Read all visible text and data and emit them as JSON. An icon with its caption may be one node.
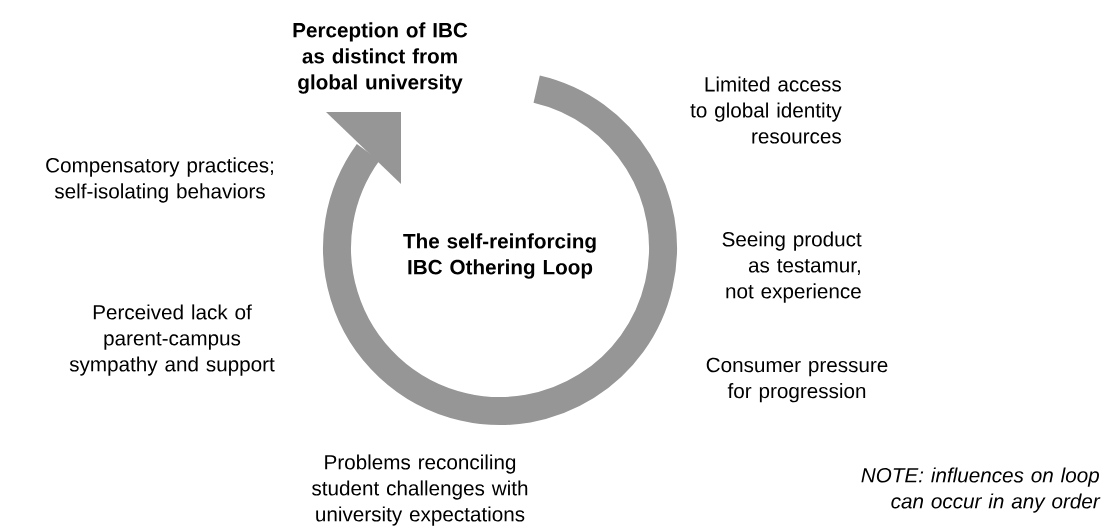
{
  "diagram": {
    "labels": [
      "Perception of IBC as distinct from global university",
      "Limited access to global identity resources",
      "Compensatory practices; self-isolating behaviors",
      "The self-reinforcing IBC Othering Loop",
      "Seeing product as testamur, not experience",
      "Perceived lack of parent-campus sympathy and support",
      "Consumer pressure for progression",
      "Problems reconciling student challenges with university expectations",
      "NOTE: influences on loop can occur in any order"
    ]
  }
}
